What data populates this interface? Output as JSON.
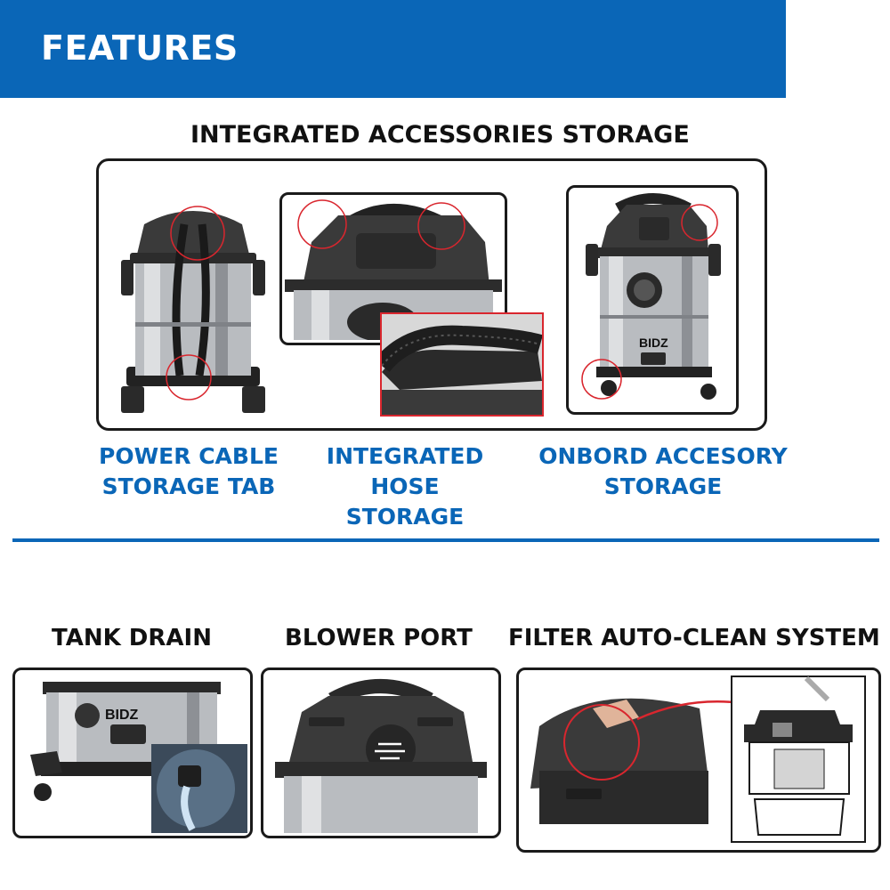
{
  "banner": {
    "title": "FEATURES"
  },
  "accessories": {
    "title": "INTEGRATED ACCESSORIES STORAGE",
    "captions": [
      {
        "line1": "POWER CABLE",
        "line2": "STORAGE TAB"
      },
      {
        "line1": "INTEGRATED HOSE",
        "line2": "STORAGE"
      },
      {
        "line1": "ONBORD ACCESORY",
        "line2": "STORAGE"
      }
    ]
  },
  "bottom": {
    "titles": [
      "TANK DRAIN",
      "BLOWER PORT",
      "FILTER AUTO-CLEAN SYSTEM"
    ]
  },
  "brand": {
    "logo": "BIDZ"
  },
  "colors": {
    "accent": "#0a66b7",
    "highlight": "#d9262e",
    "body": "#3a3a3a",
    "steel": "#b9bcc0"
  }
}
